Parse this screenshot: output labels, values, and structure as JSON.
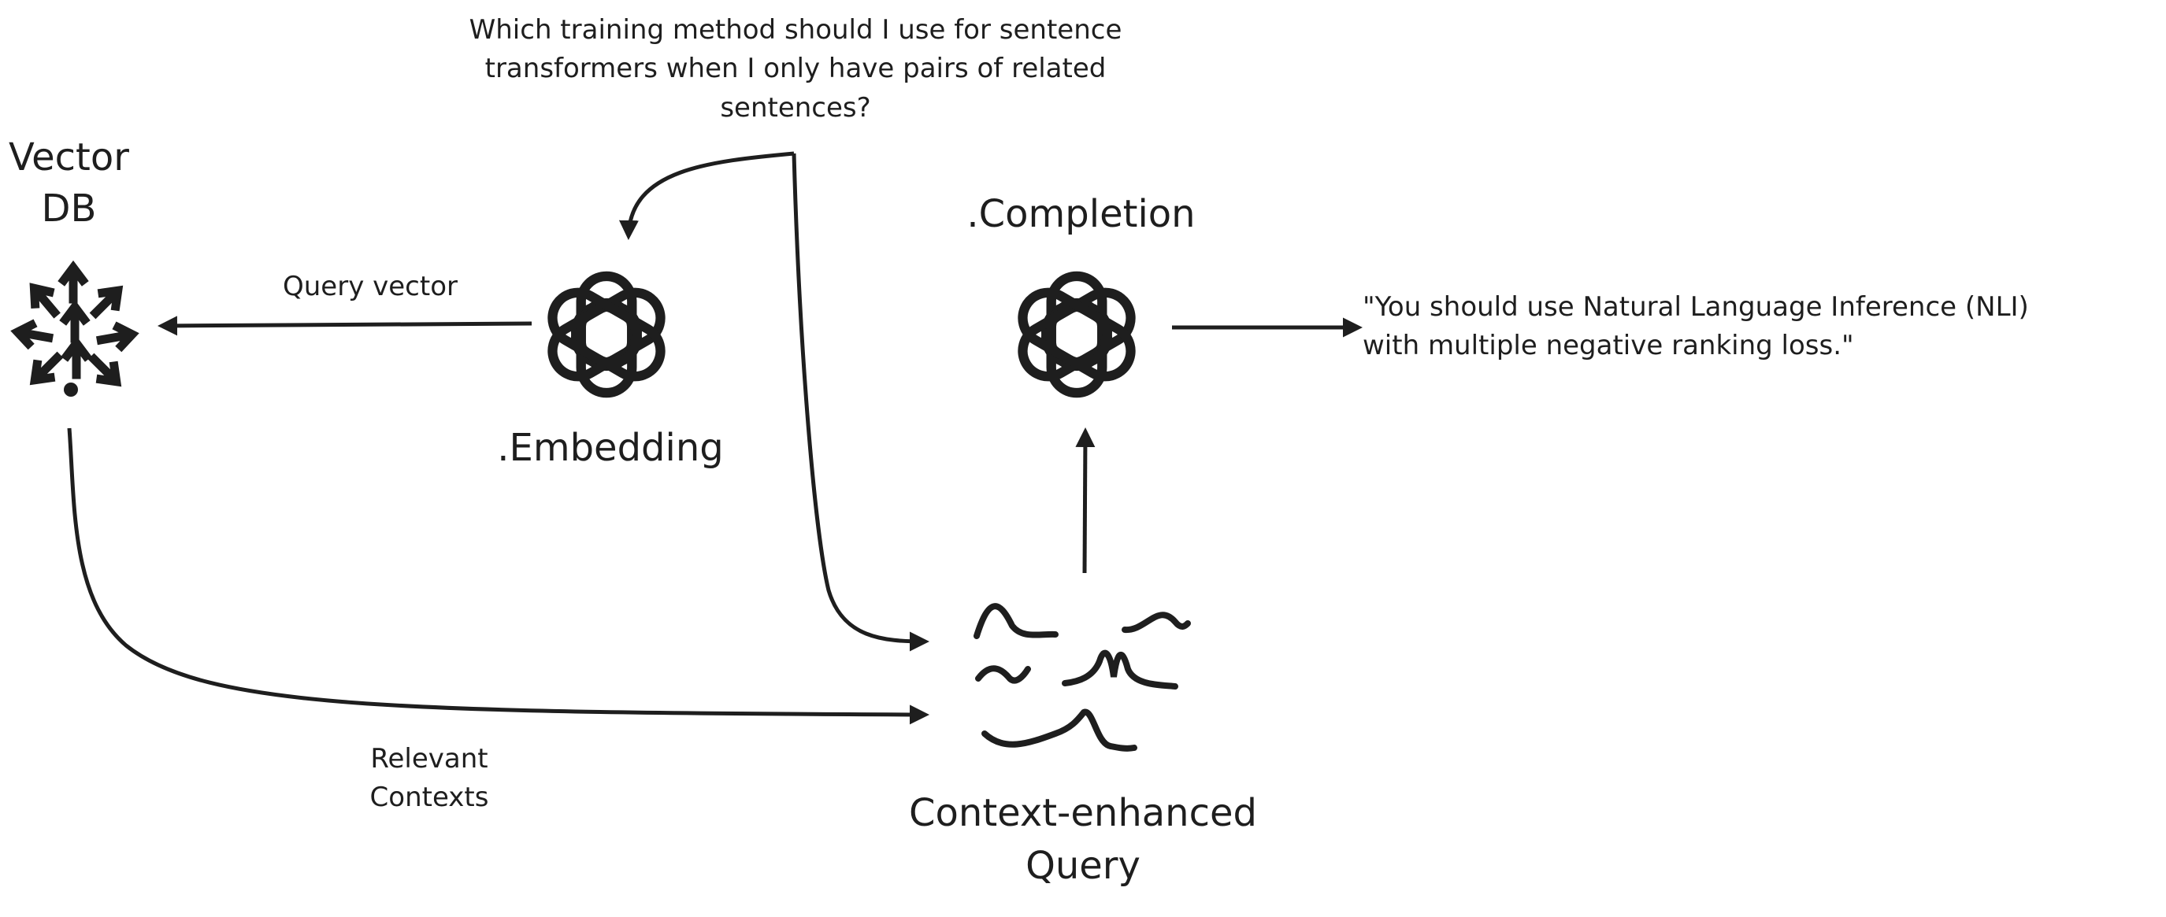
{
  "question": {
    "lines": [
      "Which training method should I use for sentence",
      "transformers when I only have pairs of related",
      "sentences?"
    ]
  },
  "vector_db": {
    "lines": [
      "Vector",
      "DB"
    ],
    "icon": "vector-cluster-icon"
  },
  "query_vector_label": "Query vector",
  "embedding": {
    "label": ".Embedding",
    "icon": "openai-logo-icon"
  },
  "completion": {
    "label": ".Completion",
    "icon": "openai-logo-icon"
  },
  "response": {
    "lines": [
      "\"You should use Natural Language Inference (NLI)",
      "with multiple negative ranking loss.\""
    ]
  },
  "relevant_contexts": {
    "lines": [
      "Relevant",
      "Contexts"
    ]
  },
  "context_query": {
    "lines": [
      "Context-enhanced",
      "Query"
    ],
    "icon": "text-lines-icon"
  },
  "colors": {
    "stroke": "#1e1e1e",
    "background": "#ffffff"
  }
}
